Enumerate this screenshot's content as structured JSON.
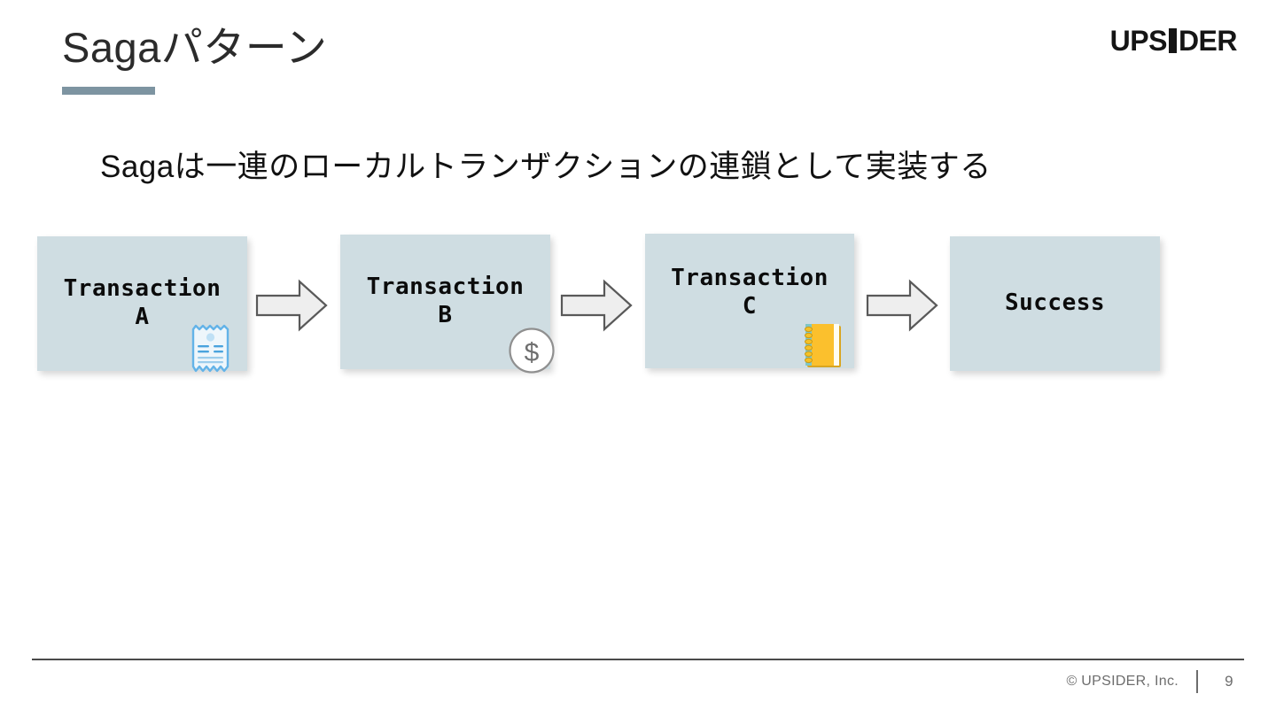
{
  "slide": {
    "title": "Sagaパターン",
    "subtitle": "Sagaは一連のローカルトランザクションの連鎖として実装する",
    "accent_color": "#7d94a1",
    "box_fill_color": "#cfdde2"
  },
  "logo": {
    "part1": "UPS",
    "bar": "I",
    "part2": "DER"
  },
  "diagram": {
    "type": "flow",
    "steps": [
      {
        "id": "a",
        "label": "Transaction\nA",
        "icon": "receipt-icon"
      },
      {
        "id": "b",
        "label": "Transaction\nB",
        "icon": "dollar-circle-icon"
      },
      {
        "id": "c",
        "label": "Transaction\nC",
        "icon": "notebook-icon"
      },
      {
        "id": "d",
        "label": "Success",
        "icon": ""
      }
    ],
    "connectors": [
      {
        "id": "1",
        "icon": "right-arrow-icon"
      },
      {
        "id": "2",
        "icon": "right-arrow-icon"
      },
      {
        "id": "3",
        "icon": "right-arrow-icon"
      }
    ]
  },
  "footer": {
    "copyright": "© UPSIDER, Inc.",
    "page_number": "9"
  }
}
